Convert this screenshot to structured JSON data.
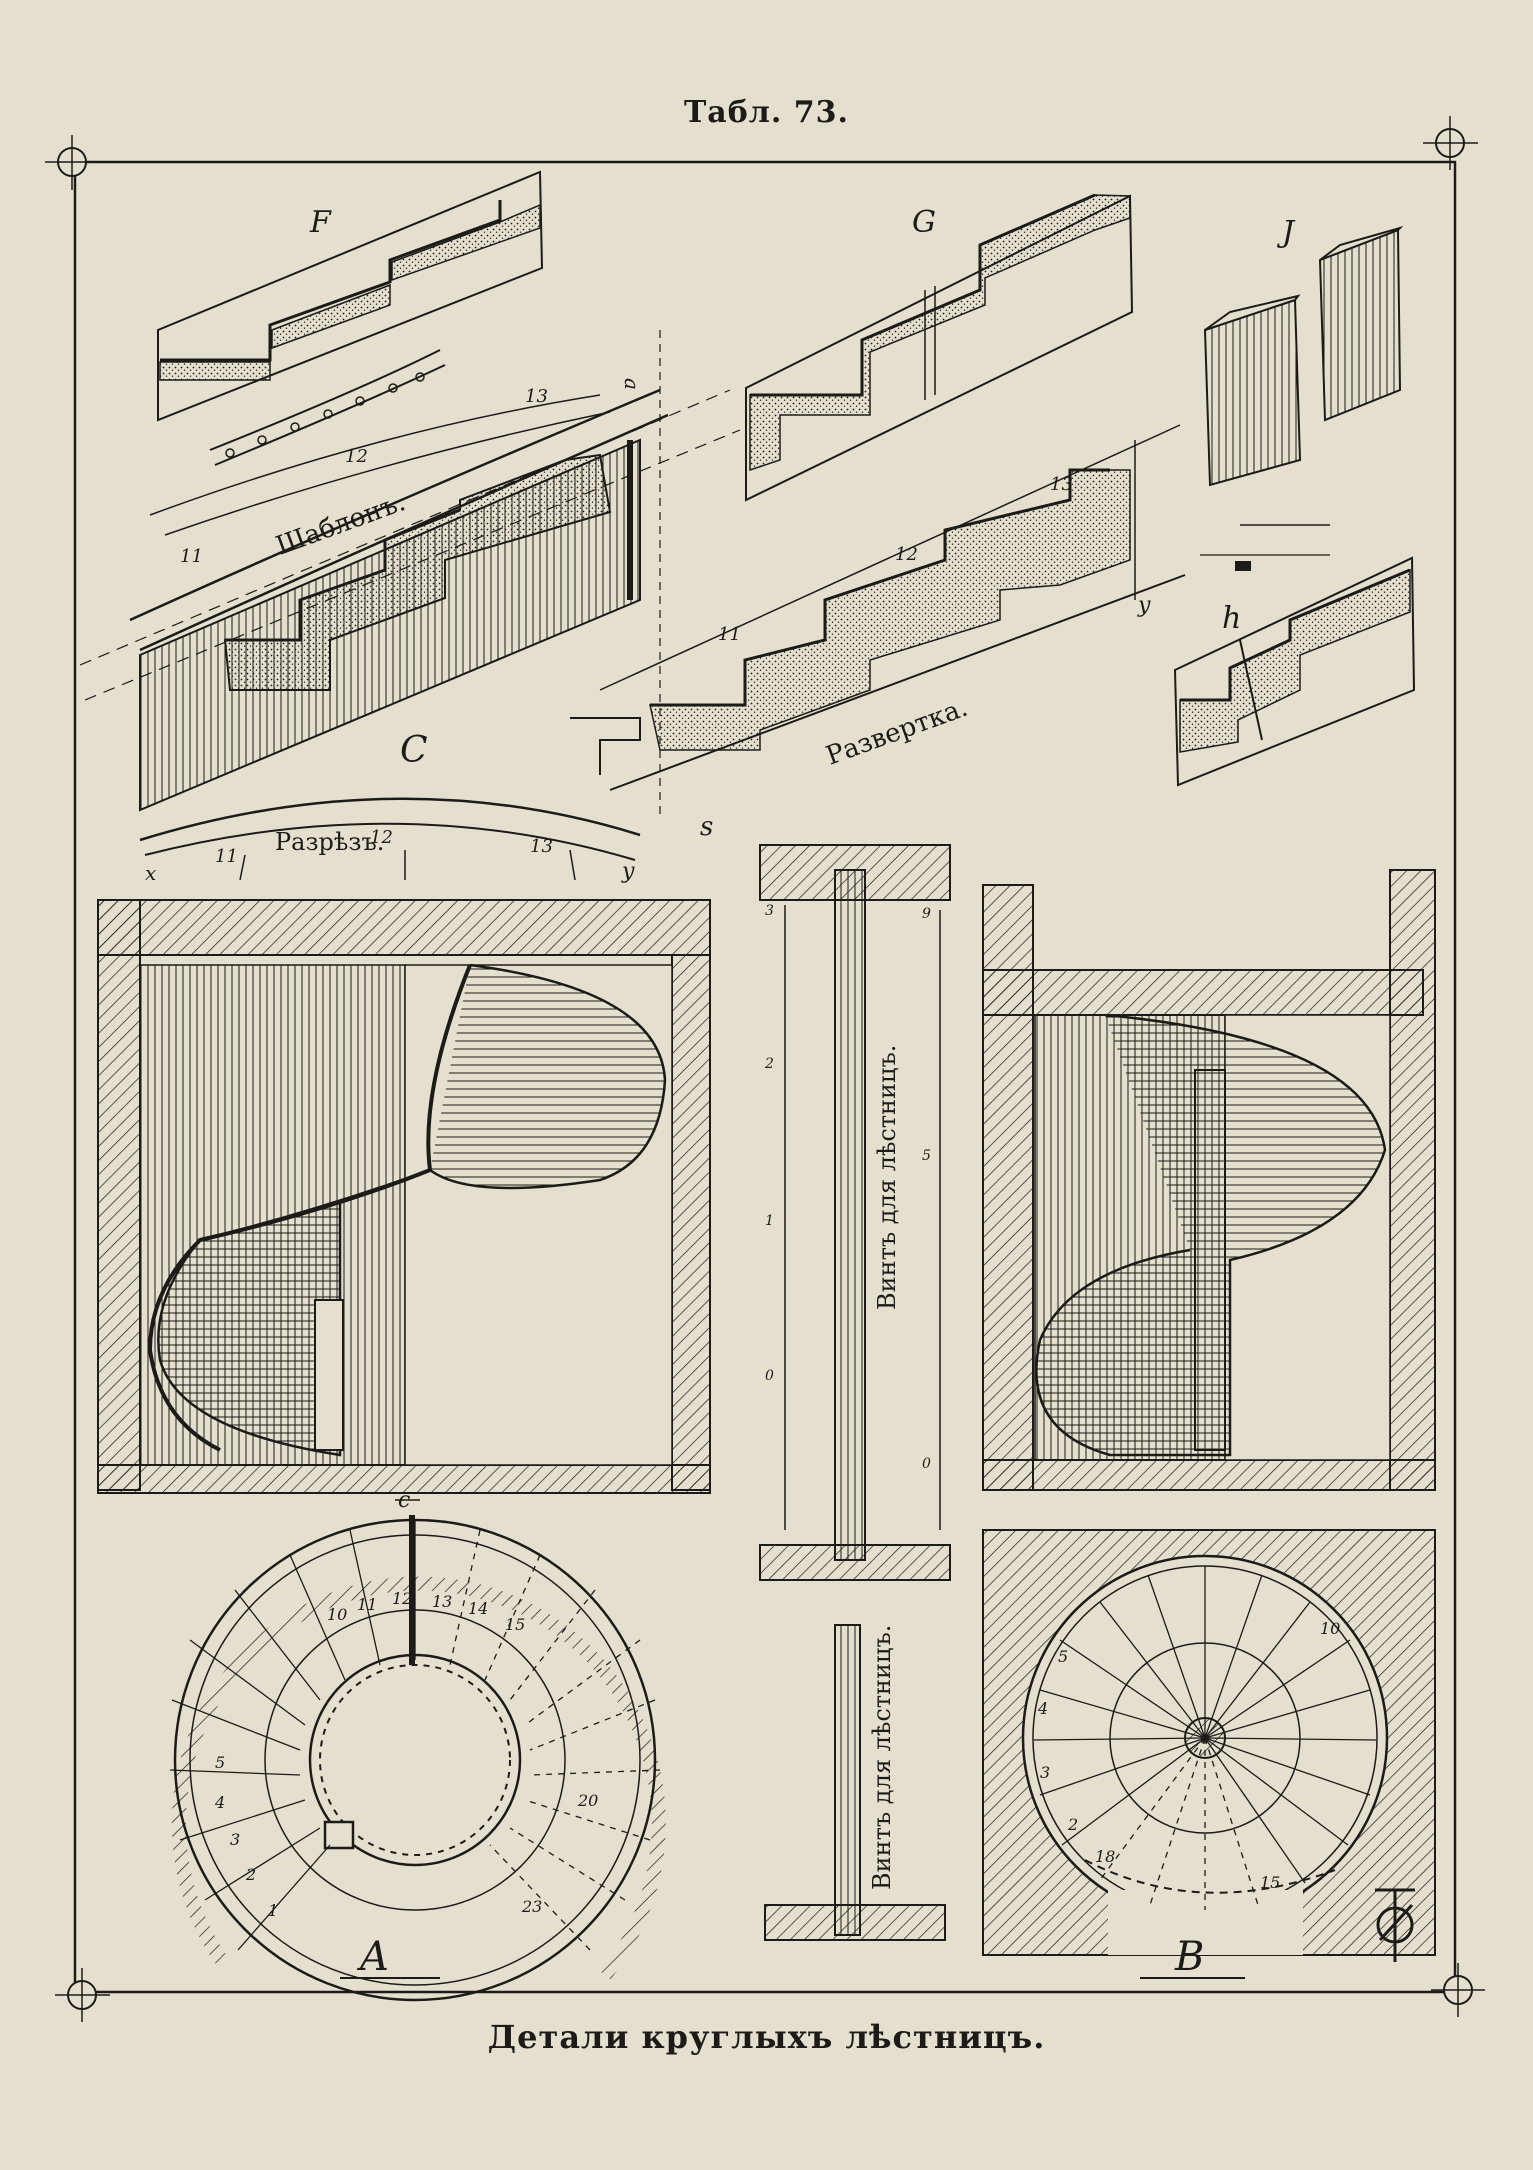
{
  "header": {
    "title": "Табл. 73."
  },
  "caption": "Детали круглыхъ лѣстницъ.",
  "figure_labels": {
    "F": "F",
    "G": "G",
    "J": "J",
    "h": "h",
    "C": "C",
    "A": "A",
    "B": "B"
  },
  "annotations": {
    "shablon": "Шаблонъ.",
    "razrez": "Разрѣзъ.",
    "razvertka": "Развертка.",
    "vint1": "Винтъ для лѣстницъ.",
    "vint2": "Винтъ для лѣстницъ.",
    "x": "x",
    "y": "y",
    "c_top": "c",
    "a": "a",
    "s": "s"
  },
  "step_numbers": {
    "n11": "11",
    "n12": "12",
    "n13": "13",
    "n11b": "11",
    "n12b": "12",
    "n13b": "13",
    "r11": "11",
    "r12": "12",
    "r13": "13",
    "p10": "10",
    "p11": "11",
    "p12": "12",
    "p13": "13",
    "p14": "14",
    "p15": "15",
    "p5": "5",
    "p4": "4",
    "p3": "3",
    "p2": "2",
    "p1": "1",
    "p20": "20",
    "p23": "23",
    "b10": "10",
    "b5": "5",
    "b4": "4",
    "b3": "3",
    "b2": "2",
    "b18": "18",
    "b15": "15"
  },
  "scale_marks": {
    "s0": "0",
    "s1": "1",
    "s2": "2",
    "s3": "3",
    "t0": "0",
    "t5": "5",
    "t9": "9"
  },
  "colors": {
    "paper": "#e4dfcf",
    "ink": "#1d1b17"
  }
}
